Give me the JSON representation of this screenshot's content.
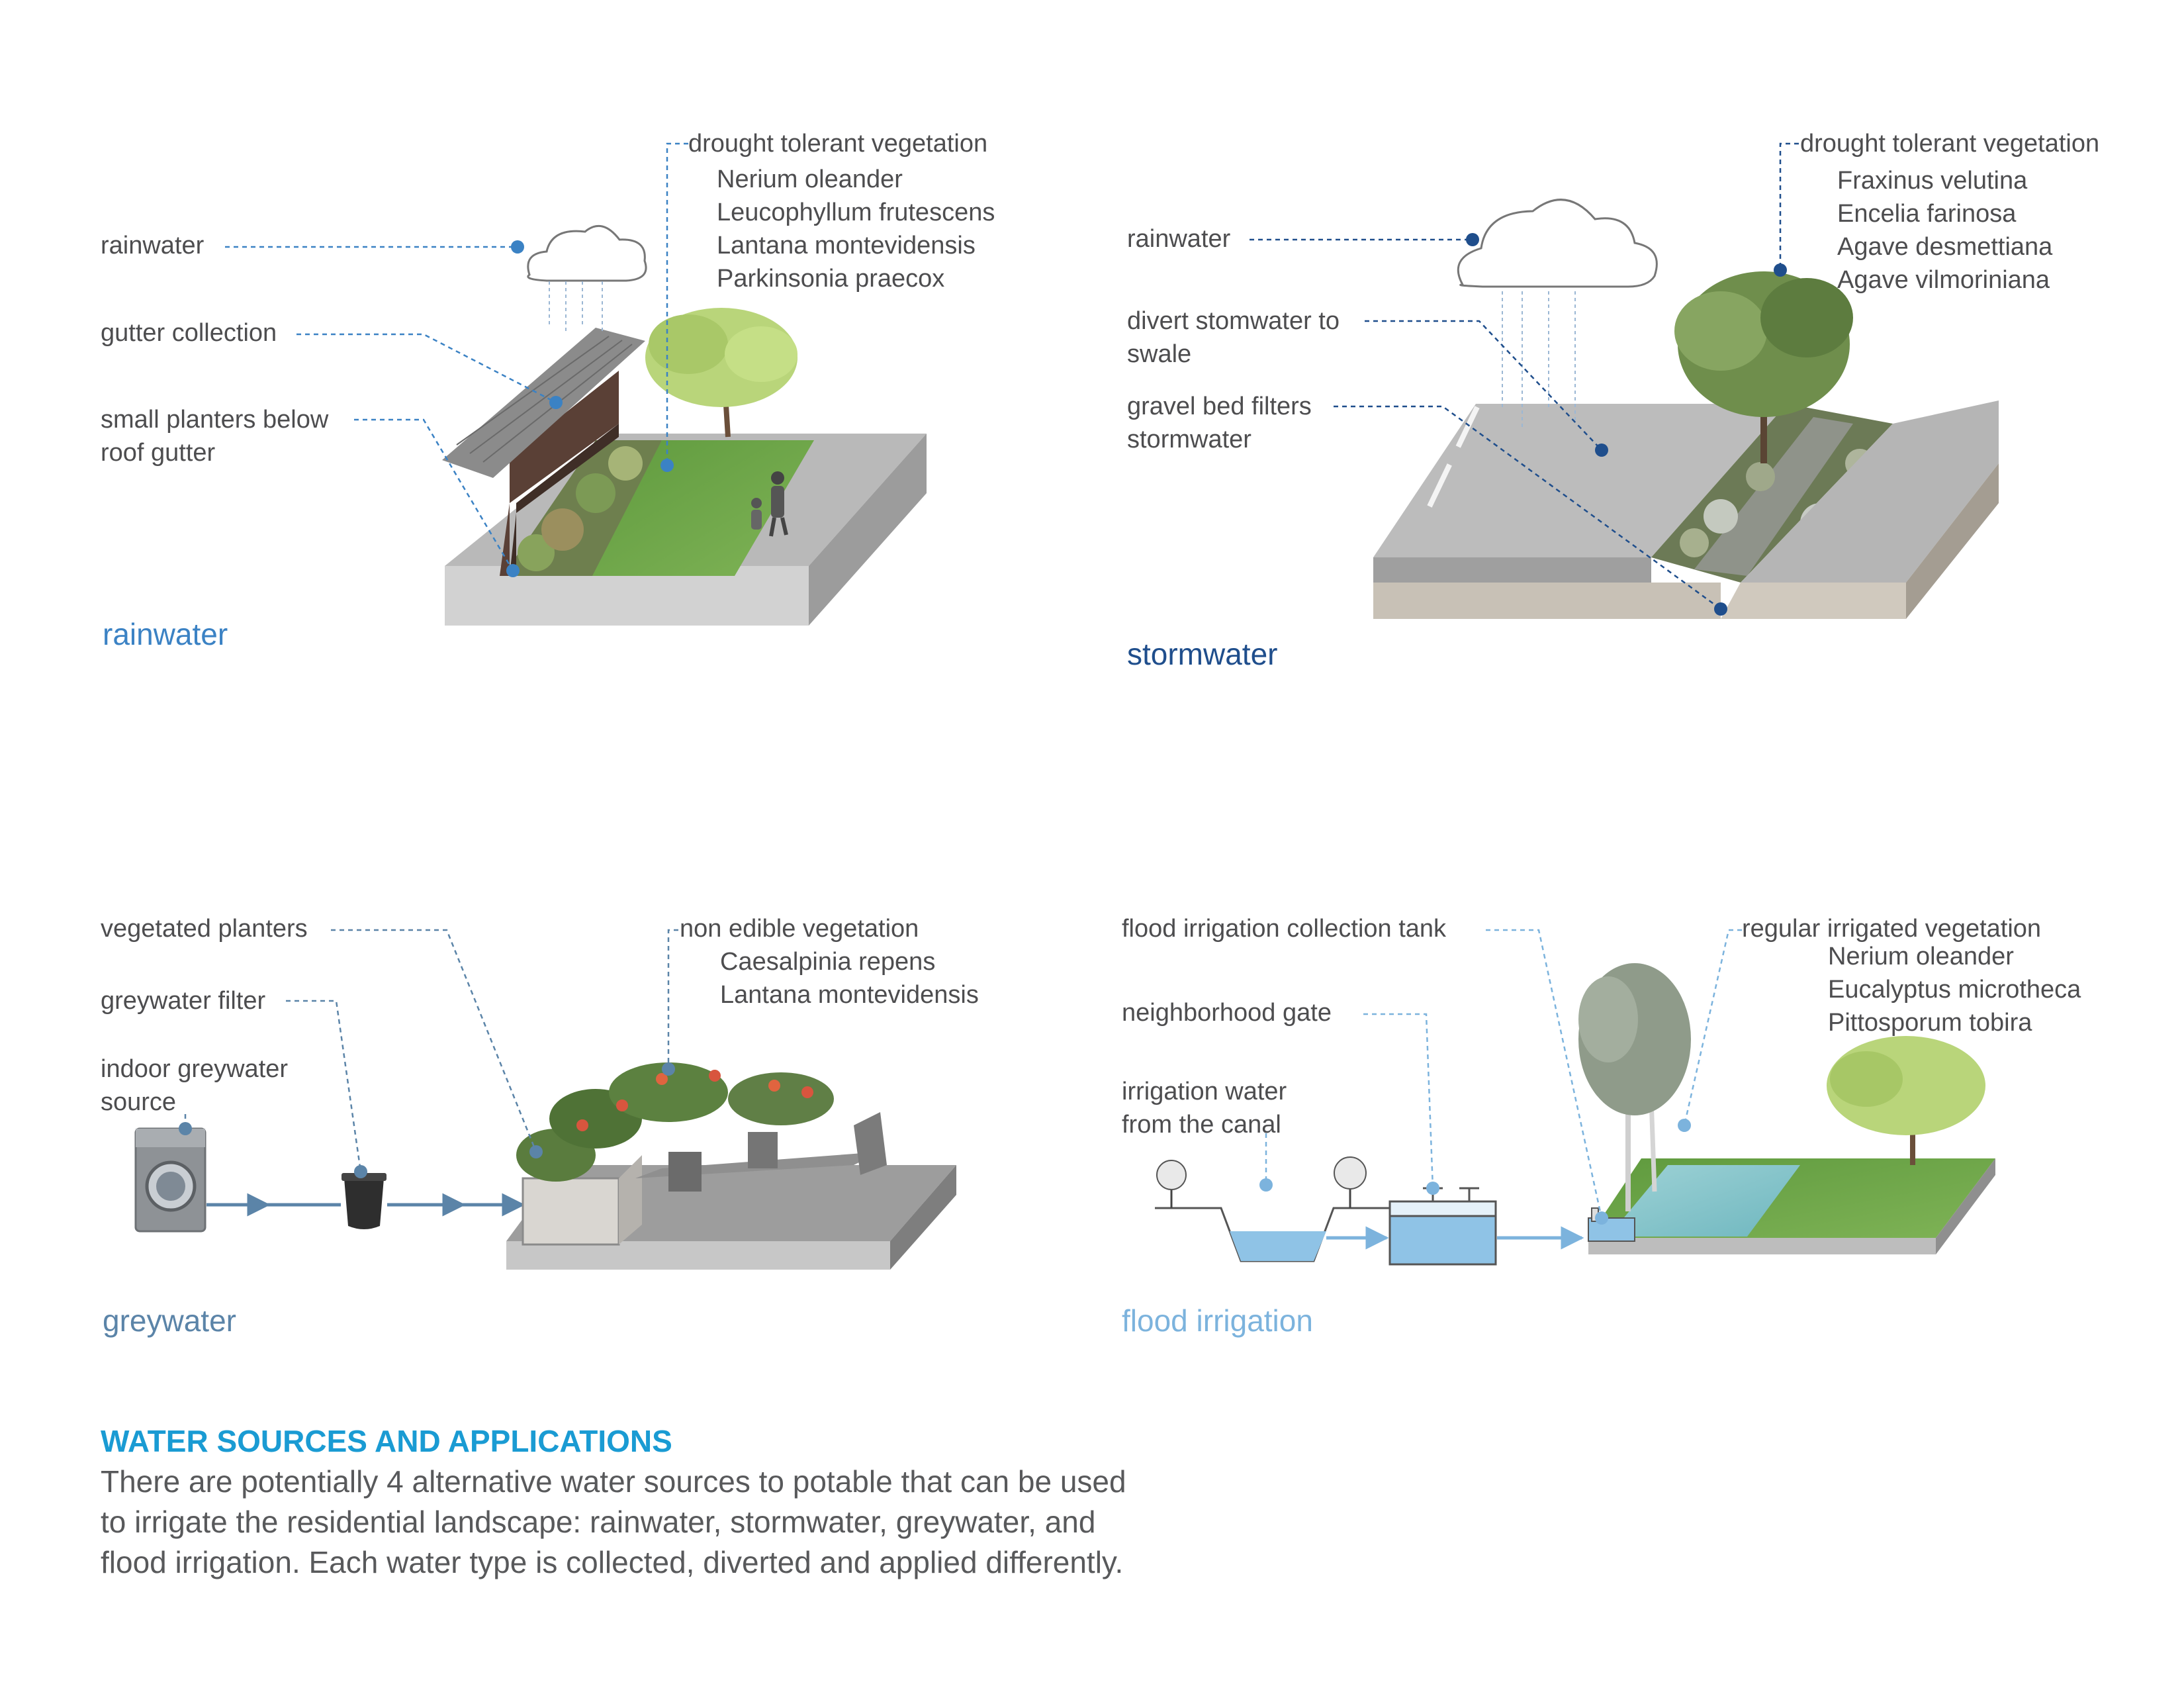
{
  "colors": {
    "rainwater": "#3b82c4",
    "stormwater": "#1f4e8c",
    "greywater": "#5b84a8",
    "flood_irrigation": "#7cb3dd",
    "heading": "#1a9bd3",
    "text": "#4d4d4f",
    "water": "#8fc3e6",
    "grass": "#6fa44a"
  },
  "panels": {
    "rainwater": {
      "title": "rainwater",
      "labels": {
        "rainwater": "rainwater",
        "gutter": "gutter collection",
        "planters_1": "small planters below",
        "planters_2": "roof gutter"
      },
      "vegetation": {
        "heading": "drought tolerant vegetation",
        "species": [
          "Nerium oleander",
          "Leucophyllum frutescens",
          "Lantana montevidensis",
          "Parkinsonia praecox"
        ]
      },
      "icons": [
        "cloud-icon",
        "roof-icon",
        "tree-icon",
        "person-icon",
        "planter-icon"
      ]
    },
    "stormwater": {
      "title": "stormwater",
      "labels": {
        "rainwater": "rainwater",
        "divert_1": "divert stomwater to",
        "divert_2": "swale",
        "gravel_1": "gravel bed filters",
        "gravel_2": "stormwater"
      },
      "vegetation": {
        "heading": "drought tolerant vegetation",
        "species": [
          "Fraxinus velutina",
          "Encelia farinosa",
          "Agave desmettiana",
          "Agave vilmoriniana"
        ]
      },
      "icons": [
        "cloud-icon",
        "road-icon",
        "swale-icon",
        "tree-icon"
      ]
    },
    "greywater": {
      "title": "greywater",
      "labels": {
        "planters": "vegetated planters",
        "filter": "greywater filter",
        "source_1": "indoor greywater",
        "source_2": "source"
      },
      "vegetation": {
        "heading": "non edible vegetation",
        "species": [
          "Caesalpinia repens",
          "Lantana montevidensis"
        ]
      },
      "icons": [
        "washing-machine-icon",
        "filter-icon",
        "planter-icon",
        "bench-icon"
      ]
    },
    "flood_irrigation": {
      "title": "flood irrigation",
      "labels": {
        "tank": "flood irrigation collection tank",
        "gate": "neighborhood gate",
        "canal_1": "irrigation water",
        "canal_2": "from the canal"
      },
      "vegetation": {
        "heading": "regular irrigated vegetation",
        "species": [
          "Nerium oleander",
          "Eucalyptus microtheca",
          "Pittosporum tobira"
        ]
      },
      "icons": [
        "canal-icon",
        "tank-icon",
        "gate-icon",
        "tree-icon",
        "lawn-icon"
      ]
    }
  },
  "summary": {
    "heading": "WATER SOURCES AND APPLICATIONS",
    "text": "There are potentially 4 alternative water sources to potable that can be used to irrigate the residential landscape: rainwater, stormwater, greywater, and flood irrigation. Each water type is collected, diverted and applied differently."
  }
}
